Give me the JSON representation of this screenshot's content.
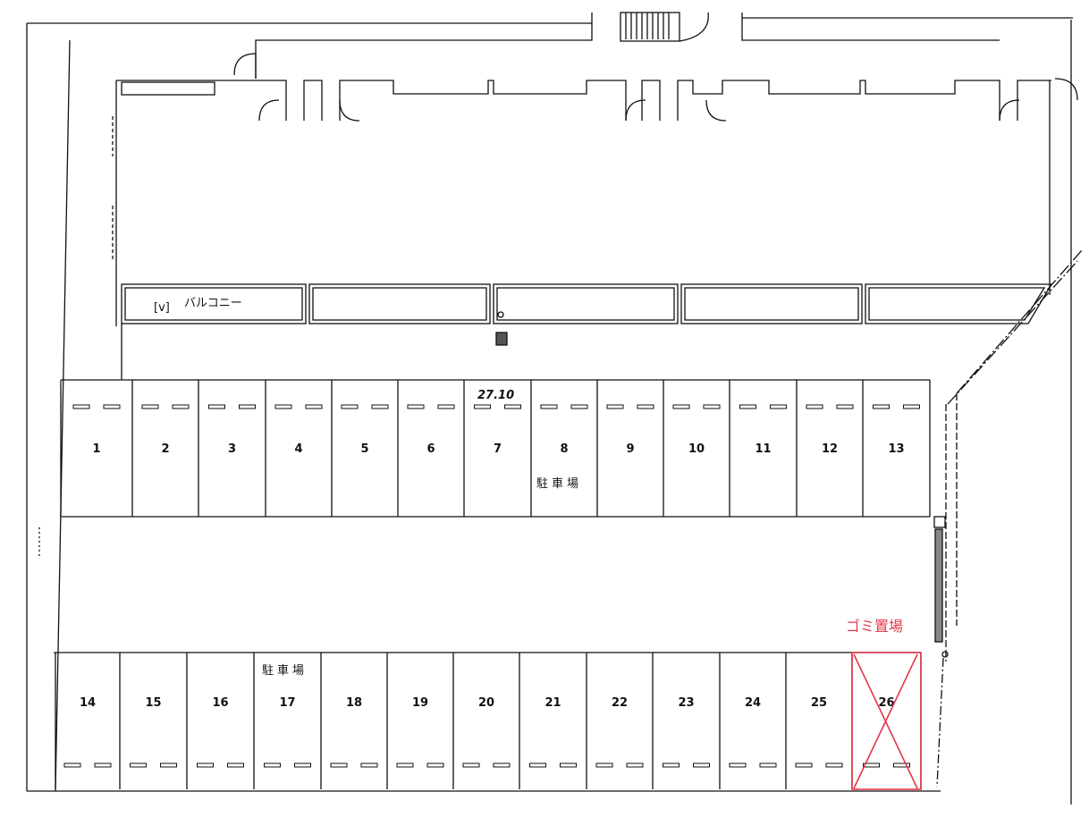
{
  "plan": {
    "balcony_label": "バルコニー",
    "dimension_note": "27.10",
    "parking_label": "駐車場",
    "garbage_label": "ゴミ置場",
    "top_row_spaces": [
      "1",
      "2",
      "3",
      "4",
      "5",
      "6",
      "7",
      "8",
      "9",
      "10",
      "11",
      "12",
      "13"
    ],
    "bottom_row_spaces": [
      "14",
      "15",
      "16",
      "17",
      "18",
      "19",
      "20",
      "21",
      "22",
      "23",
      "24",
      "25",
      "26"
    ],
    "unavailable_space": "26",
    "colors": {
      "line": "#111111",
      "mark": "#e0384c"
    }
  }
}
